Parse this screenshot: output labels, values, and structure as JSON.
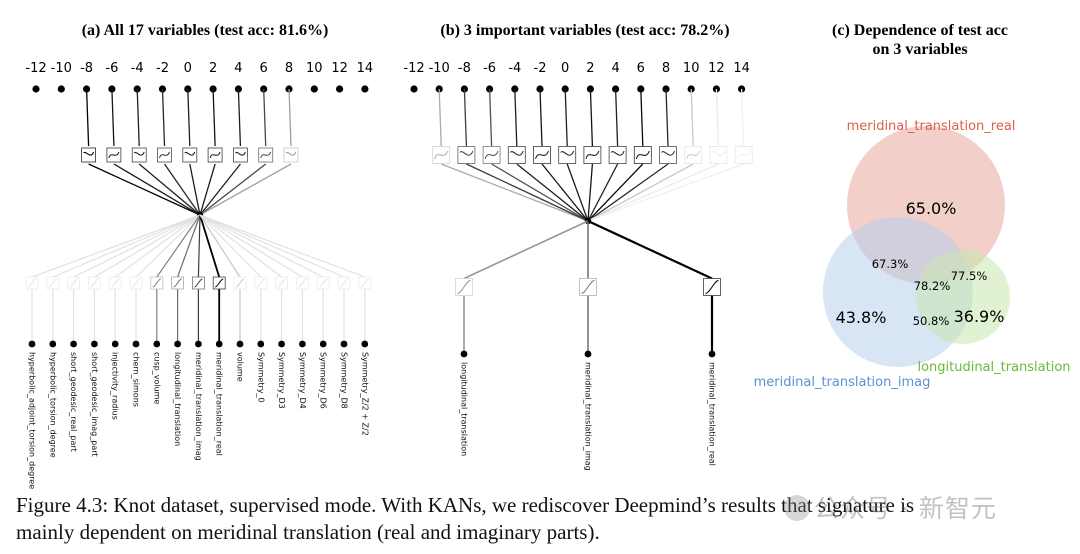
{
  "panel_a": {
    "title": "(a) All 17 variables (test acc: 81.6%)",
    "top_ticks": [
      "-12",
      "-10",
      "-8",
      "-6",
      "-4",
      "-2",
      "0",
      "2",
      "4",
      "6",
      "8",
      "10",
      "12",
      "14"
    ],
    "inputs": [
      "hyperbolic_adjoint_torsion_degree",
      "hyperbolic_torsion_degree",
      "short_geodesic_real_part",
      "short_geodesic_imag_part",
      "injectivity_radius",
      "chern_simons",
      "cusp_volume",
      "longitudinal_translation",
      "meridinal_translation_imag",
      "meridinal_translation_real",
      "volume",
      "Symmetry_0",
      "Symmetry_D3",
      "Symmetry_D4",
      "Symmetry_D6",
      "Symmetry_D8",
      "Symmetry_Z/2 + Z/2"
    ]
  },
  "panel_b": {
    "title": "(b) 3 important variables (test acc: 78.2%)",
    "top_ticks": [
      "-12",
      "-10",
      "-8",
      "-6",
      "-4",
      "-2",
      "0",
      "2",
      "4",
      "6",
      "8",
      "10",
      "12",
      "14"
    ],
    "inputs": [
      "longitudinal_translation",
      "meridinal_translation_imag",
      "meridinal_translation_real"
    ]
  },
  "panel_c": {
    "title_line1": "(c) Dependence of test acc",
    "title_line2": "on 3 variables",
    "sets": [
      {
        "label": "meridinal_translation_real",
        "value": "65.0%",
        "color": "#e8a89c",
        "label_color": "#d9604c"
      },
      {
        "label": "meridinal_translation_imag",
        "value": "43.8%",
        "color": "#b8d0ec",
        "label_color": "#5b8fd6"
      },
      {
        "label": "longitudinal_translation",
        "value": "36.9%",
        "color": "#c9e8ad",
        "label_color": "#6bb83a"
      }
    ],
    "overlaps": {
      "real_imag": "67.3%",
      "real_long": "77.5%",
      "imag_long": "50.8%",
      "all": "78.2%"
    }
  },
  "caption": {
    "line1": "Figure 4.3: Knot dataset, supervised mode. With KANs, we rediscover Deepmind’s results that signature is",
    "line2": "mainly dependent on meridinal translation (real and imaginary parts)."
  },
  "watermark": "公众号 · 新智元"
}
